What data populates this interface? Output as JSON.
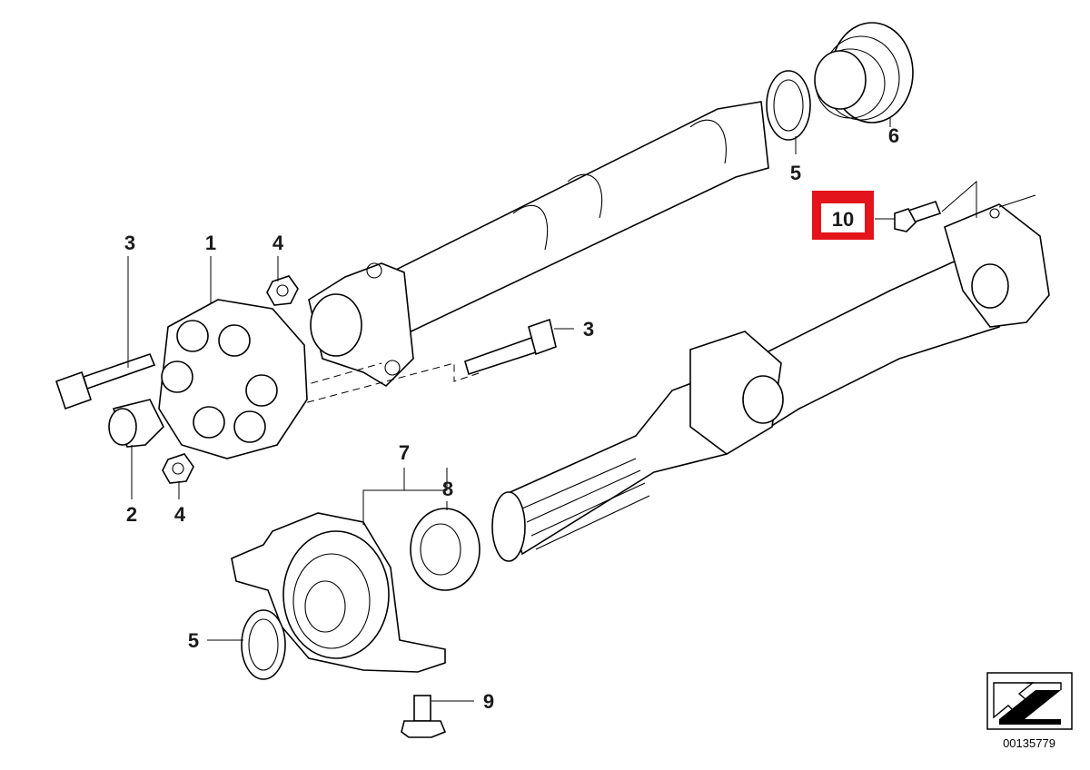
{
  "callouts": [
    {
      "id": "c1",
      "label": "1"
    },
    {
      "id": "c2",
      "label": "2"
    },
    {
      "id": "c3a",
      "label": "3"
    },
    {
      "id": "c3b",
      "label": "3"
    },
    {
      "id": "c4a",
      "label": "4"
    },
    {
      "id": "c4b",
      "label": "4"
    },
    {
      "id": "c5a",
      "label": "5"
    },
    {
      "id": "c5b",
      "label": "5"
    },
    {
      "id": "c6",
      "label": "6"
    },
    {
      "id": "c7",
      "label": "7"
    },
    {
      "id": "c8",
      "label": "8"
    },
    {
      "id": "c9",
      "label": "9"
    },
    {
      "id": "c10",
      "label": "10",
      "highlighted": true
    }
  ],
  "highlight_color": "#e3141b",
  "doc_number": "00135779",
  "icons": {
    "orientation": "direction-arrow-icon"
  }
}
